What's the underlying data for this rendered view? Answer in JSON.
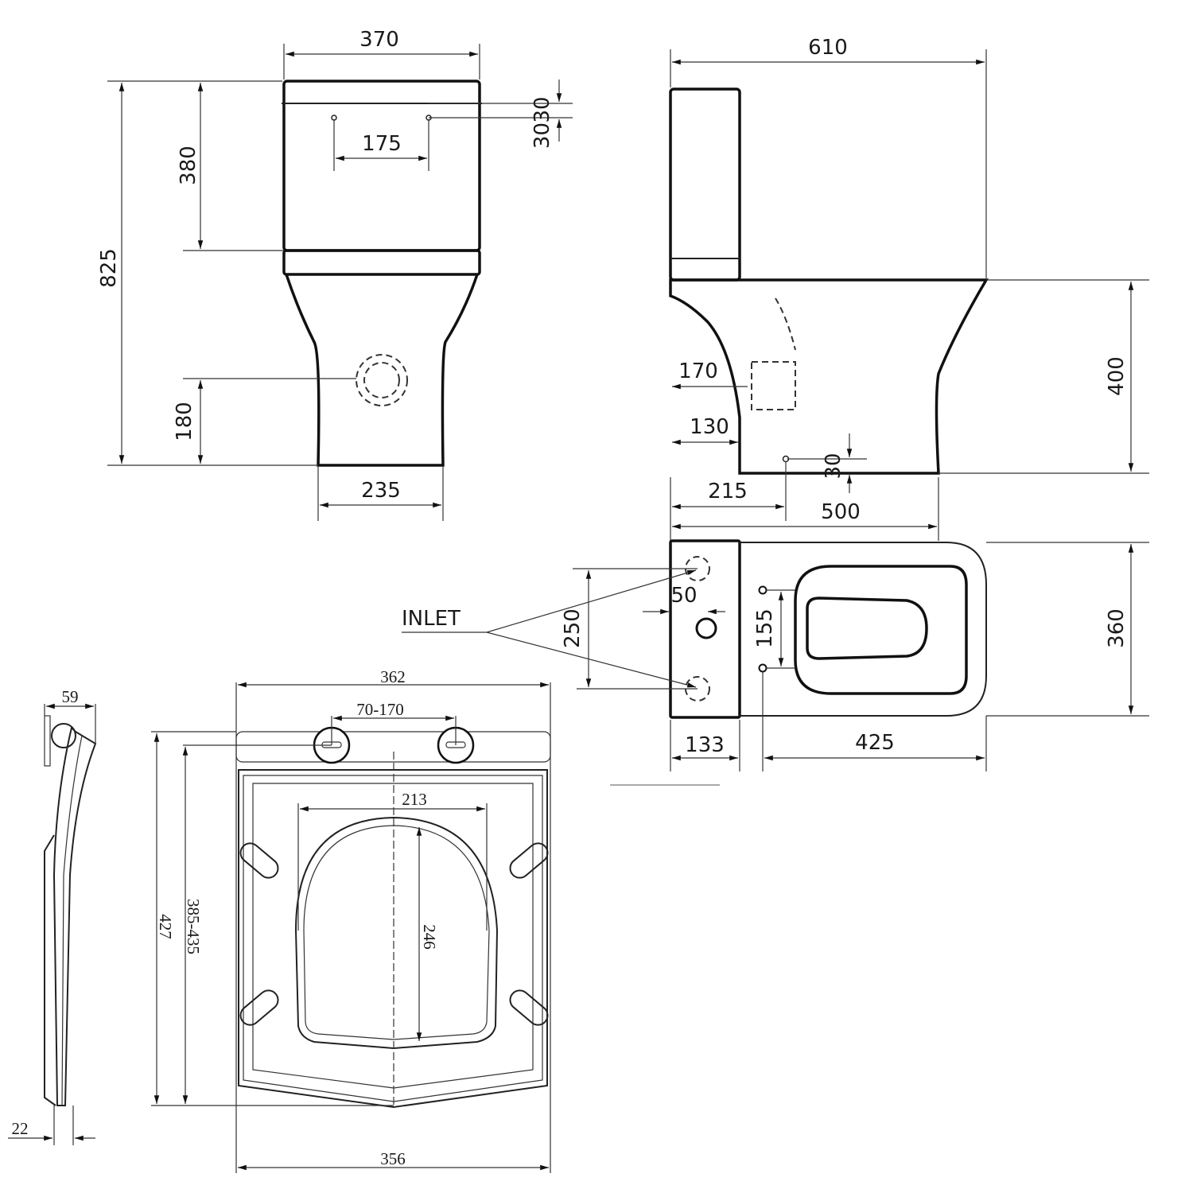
{
  "front_view": {
    "width_top": "370",
    "height_total": "825",
    "tank_height": "380",
    "bolt_spacing": "175",
    "bolt_offset_a": "30",
    "bolt_offset_b": "30",
    "outlet_height": "180",
    "base_width": "235"
  },
  "side_view": {
    "depth_total": "610",
    "bowl_height": "400",
    "outlet_170": "170",
    "outlet_130": "130",
    "outlet_215": "215",
    "floor_offset": "30",
    "length_500": "500"
  },
  "plan_view": {
    "inlet_label": "INLET",
    "inlet_spacing": "250",
    "inlet_offset": "50",
    "fixing_spacing": "155",
    "width": "360",
    "tank_depth": "133",
    "bowl_length": "425"
  },
  "seat": {
    "side_depth": "59",
    "side_thickness": "22",
    "overall_width": "362",
    "hinge_range": "70-170",
    "opening_width": "213",
    "opening_length": "246",
    "total_length": "427",
    "hinge_length_range": "385-435",
    "bottom_width": "356"
  }
}
